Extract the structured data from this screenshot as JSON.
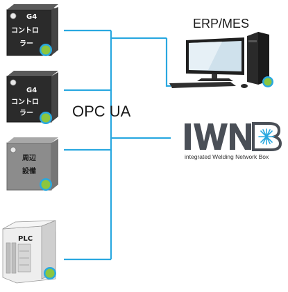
{
  "protocol_label": "OPC UA",
  "server_label": "ERP/MES",
  "logo": {
    "text": "IWNB",
    "subtitle": "integrated Welding Network Box"
  },
  "devices": [
    {
      "line1": "G4",
      "line2": "コントロ",
      "line3": "ラー"
    },
    {
      "line1": "G4",
      "line2": "コントロ",
      "line3": "ラー"
    },
    {
      "line1": "周辺",
      "line2": "設備"
    },
    {
      "line1": "PLC"
    }
  ],
  "colors": {
    "network_line": "#29a8e0",
    "node_fill": "#8cc63f",
    "node_ring": "#29a8e0",
    "controller_body": "#2b2b2b",
    "peripheral_body": "#8c8c8c",
    "plc_body": "#d9d9d9",
    "logo_text": "#4a4f57",
    "logo_star": "#29a8e0"
  },
  "icons": {
    "controller": "controller-box-icon",
    "peripheral": "peripheral-box-icon",
    "plc": "plc-cabinet-icon",
    "server": "desktop-computer-icon",
    "node": "network-node-icon",
    "logo_mark": "snowflake-star-icon"
  }
}
